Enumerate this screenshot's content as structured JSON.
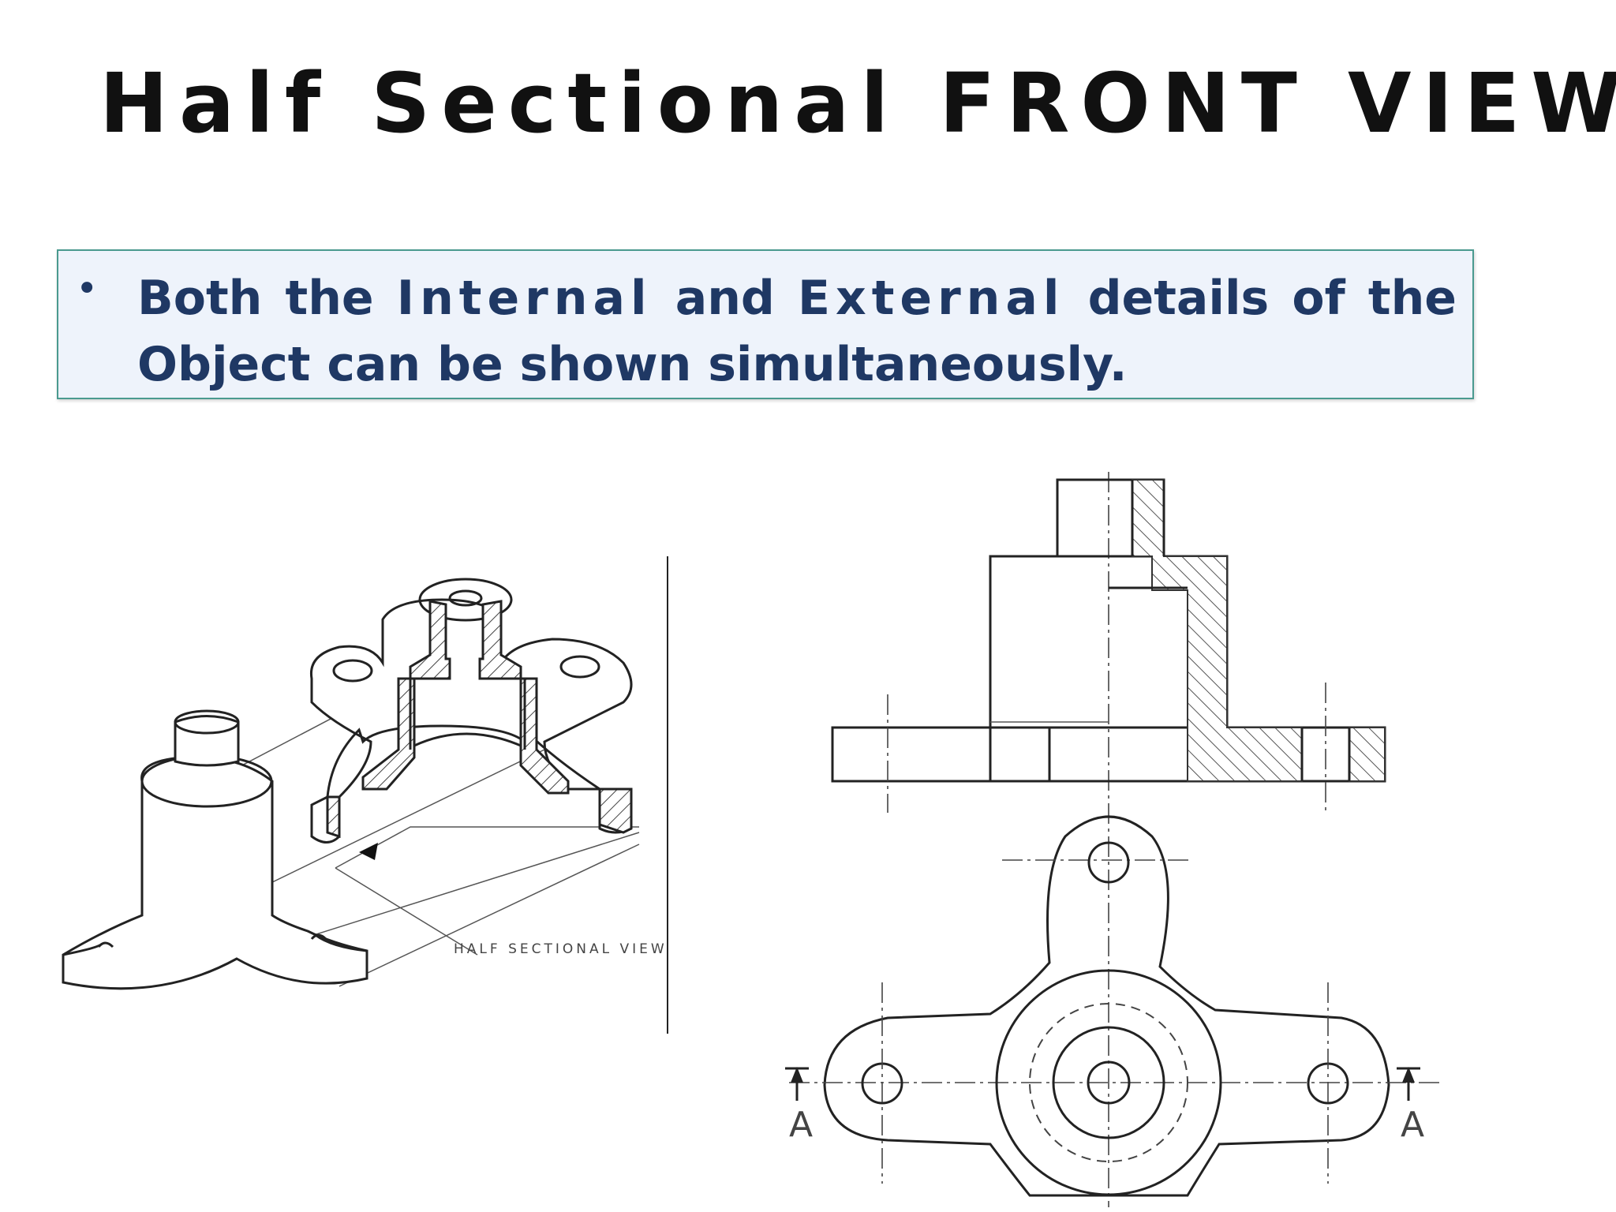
{
  "slide": {
    "title": "Half Sectional FRONT VIEW",
    "bullet": {
      "marker": "•",
      "part1": "Both the ",
      "word_internal": "Internal",
      "part2": " and ",
      "word_external": "External",
      "part3": " details of the Object can be shown simultaneously."
    }
  },
  "figure_left": {
    "caption": "HALF SECTIONAL VIEW"
  },
  "figure_right": {
    "section_label_left": "A",
    "section_label_right": "A"
  }
}
